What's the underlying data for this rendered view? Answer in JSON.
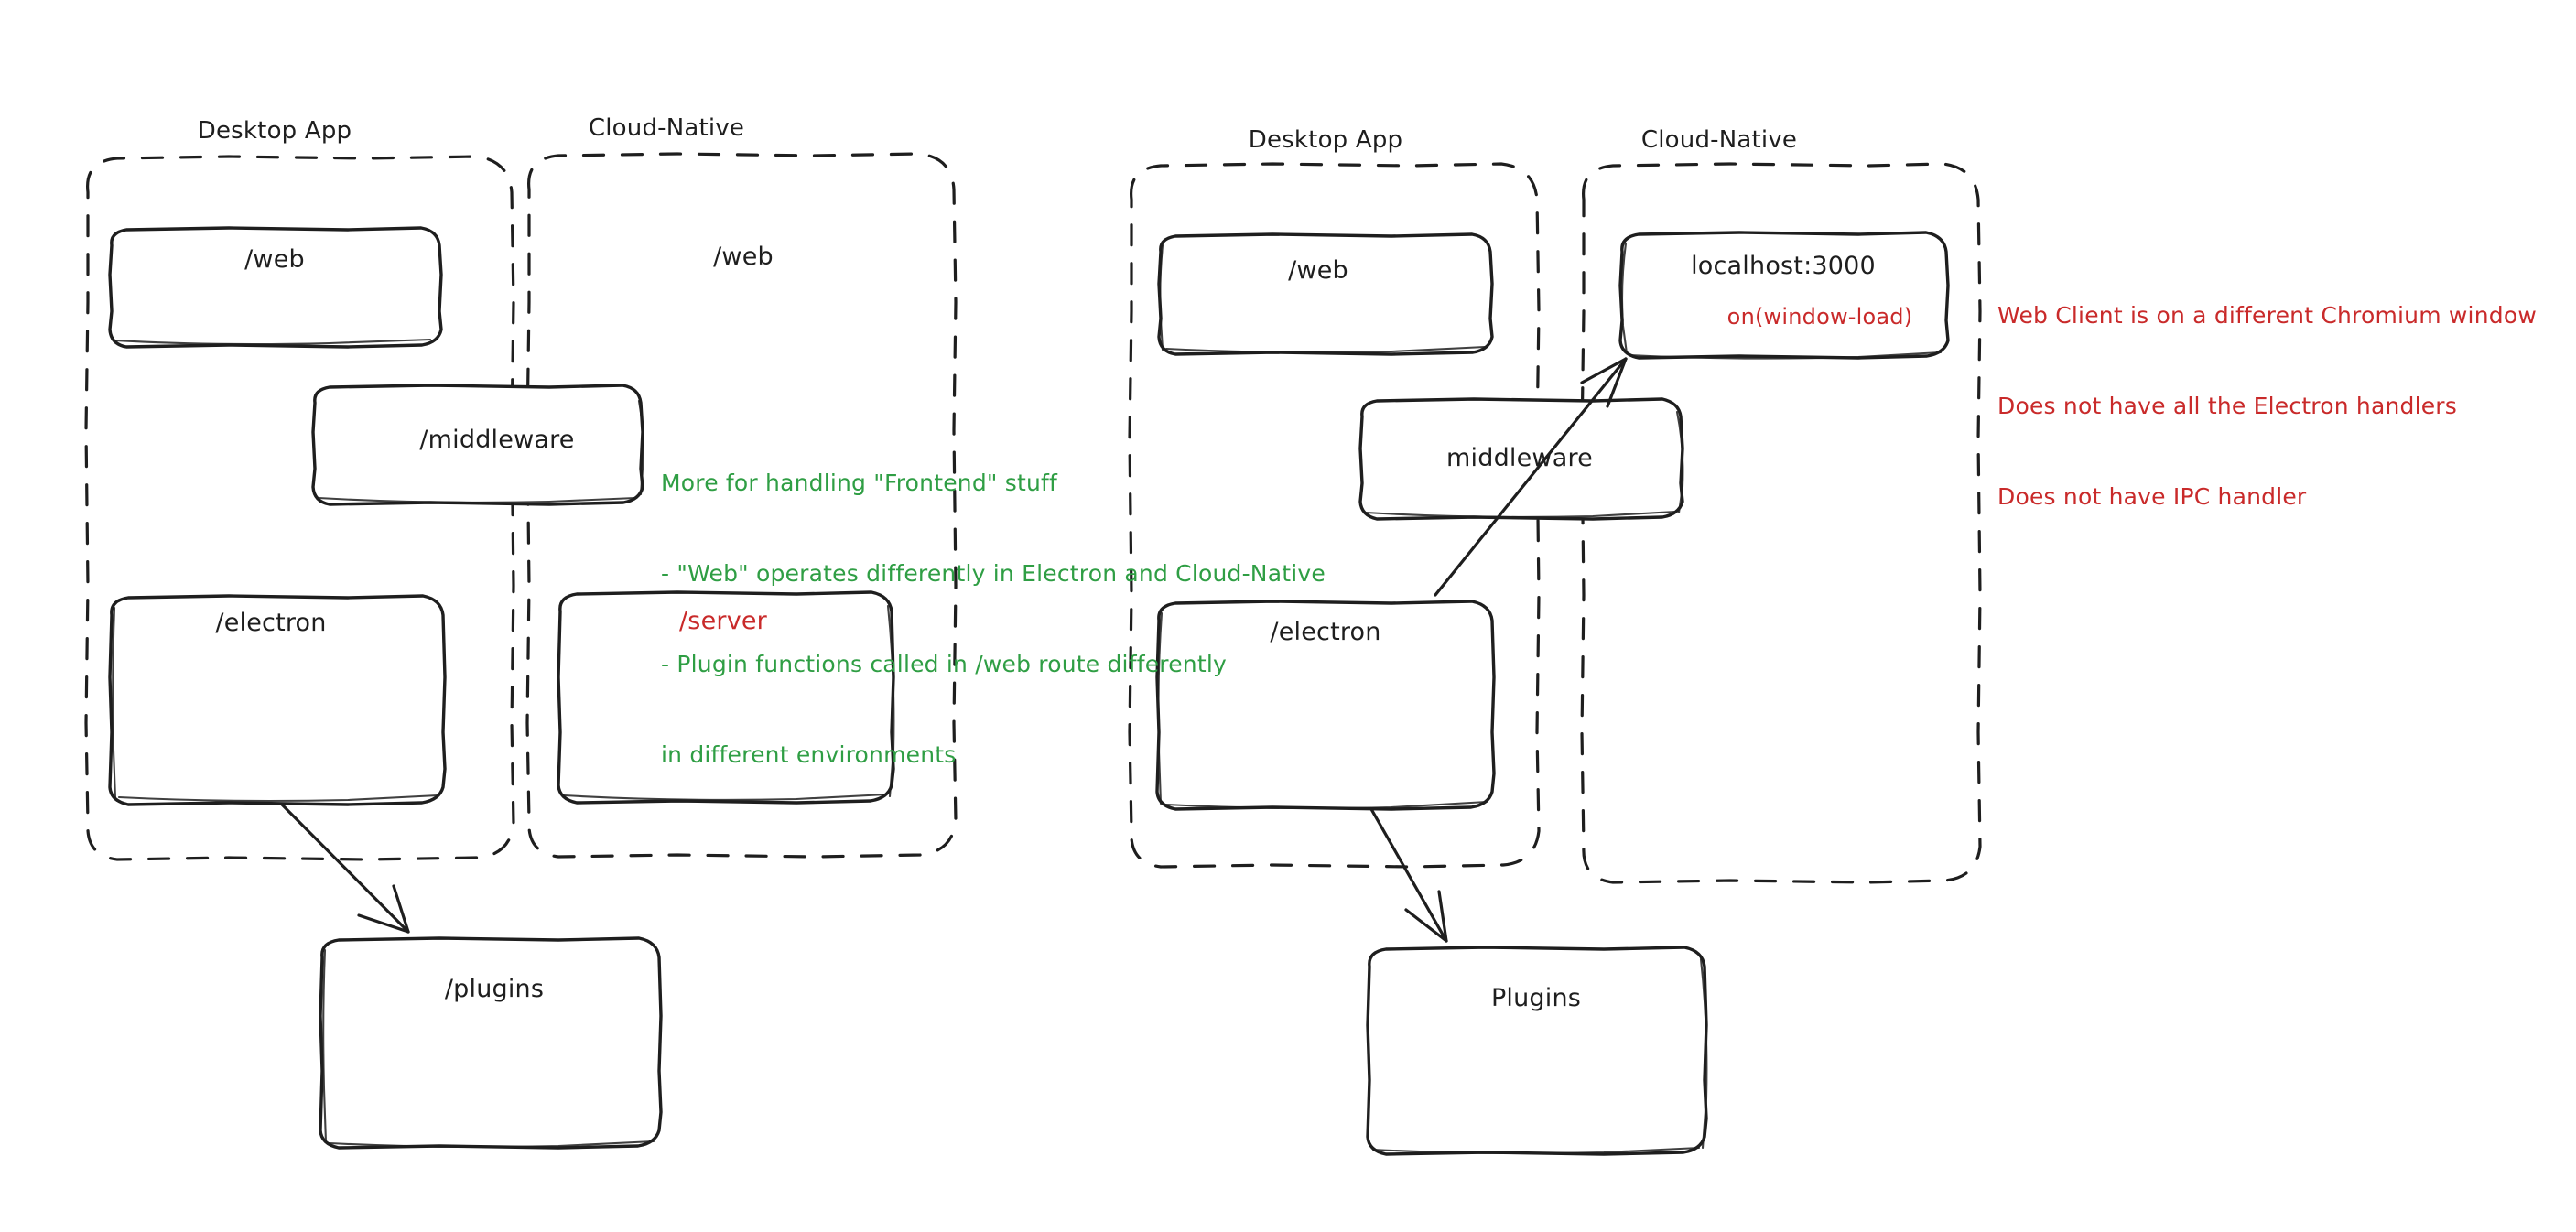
{
  "diagram": {
    "title_hidden": "",
    "background": "#ffffff",
    "stroke_color": "#1e1e1e",
    "accent_green": "#2f9e44",
    "accent_red": "#c92a2a",
    "panels": [
      {
        "id": "left-desktop-app",
        "group_label": "Desktop App",
        "nodes": [
          {
            "id": "left-web",
            "label": "/web",
            "color": "#1e1e1e"
          },
          {
            "id": "left-electron",
            "label": "/electron",
            "color": "#1e1e1e"
          }
        ]
      },
      {
        "id": "left-cloud-native",
        "group_label": "Cloud-Native",
        "nodes": [
          {
            "id": "left-cloud-web",
            "label": "/web",
            "color": "#1e1e1e"
          },
          {
            "id": "left-server",
            "label": "/server",
            "color": "#c92a2a"
          }
        ]
      },
      {
        "id": "right-desktop-app",
        "group_label": "Desktop App",
        "nodes": [
          {
            "id": "right-web",
            "label": "/web",
            "color": "#1e1e1e"
          },
          {
            "id": "right-electron",
            "label": "/electron",
            "color": "#1e1e1e"
          }
        ]
      },
      {
        "id": "right-cloud-native",
        "group_label": "Cloud-Native",
        "nodes": [
          {
            "id": "right-localhost",
            "label": "localhost:3000",
            "sublabel": "on(window-load)",
            "color": "#1e1e1e",
            "sublabel_color": "#c92a2a"
          }
        ]
      }
    ],
    "straddling_nodes": [
      {
        "id": "left-middleware",
        "label": "/middleware"
      },
      {
        "id": "right-middleware",
        "label": "middleware"
      }
    ],
    "bottom_nodes": [
      {
        "id": "left-plugins",
        "label": "/plugins"
      },
      {
        "id": "right-plugins",
        "label": "Plugins"
      }
    ],
    "annotations": [
      {
        "id": "green-note",
        "color": "#2f9e44",
        "lines": [
          "More for handling \"Frontend\" stuff",
          "- \"Web\" operates differently in Electron and Cloud-Native",
          "- Plugin functions called in /web route differently",
          "in different environments"
        ]
      },
      {
        "id": "red-note",
        "color": "#c92a2a",
        "lines": [
          "Web Client is on a different Chromium window",
          "Does not have all the Electron handlers",
          "Does not have IPC handler"
        ]
      }
    ],
    "arrows": [
      {
        "id": "arrow-left-electron-to-plugins",
        "from": "left-electron",
        "to": "left-plugins"
      },
      {
        "id": "arrow-right-electron-to-plugins",
        "from": "right-electron",
        "to": "right-plugins"
      },
      {
        "id": "arrow-right-electron-to-localhost",
        "from": "right-electron",
        "to": "right-localhost"
      }
    ]
  }
}
